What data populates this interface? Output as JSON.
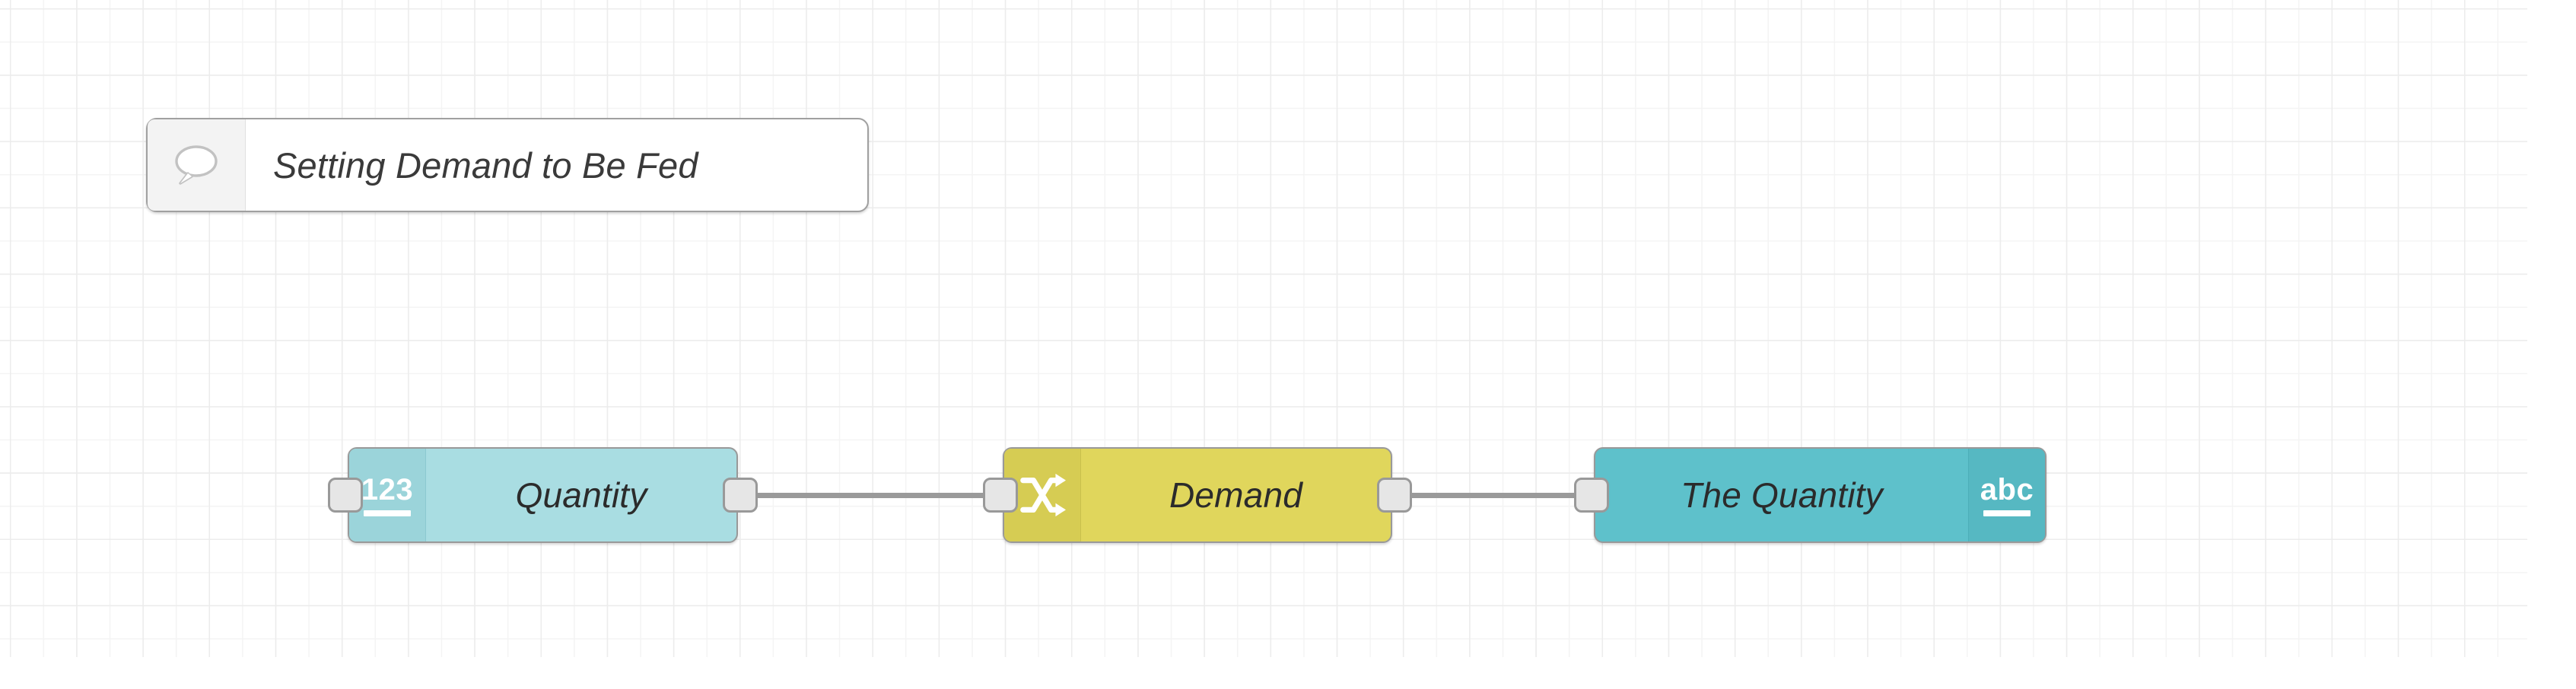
{
  "editor": {
    "name": "node-red-flow-canvas",
    "background_color": "#ffffff",
    "grid_color": "#ececec"
  },
  "comment": {
    "text": "Setting Demand to Be Fed",
    "icon": "comment-bubble-icon",
    "background_color": "#ffffff",
    "border_color": "#a0a0a0"
  },
  "nodes": [
    {
      "label": "Quantity",
      "icon": "123-icon",
      "icon_text": "123",
      "icon_side": "left",
      "color": "#a9dde2",
      "has_input": true,
      "has_output": true
    },
    {
      "label": "Demand",
      "icon": "shuffle-change-icon",
      "icon_text": "",
      "icon_side": "left",
      "color": "#e0d65c",
      "has_input": true,
      "has_output": true
    },
    {
      "label": "The Quantity",
      "icon": "abc-icon",
      "icon_text": "abc",
      "icon_side": "right",
      "color": "#5ec1cb",
      "has_input": true,
      "has_output": false
    }
  ],
  "wires": [
    {
      "from": "Quantity",
      "to": "Demand"
    },
    {
      "from": "Demand",
      "to": "The Quantity"
    }
  ]
}
